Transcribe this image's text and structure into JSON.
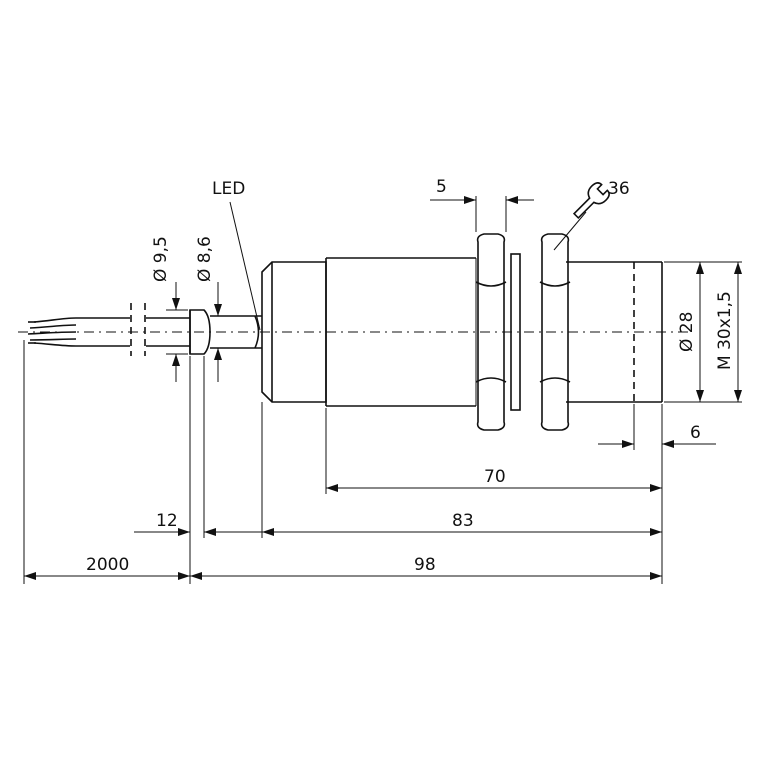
{
  "labels": {
    "led": "LED",
    "nut_width": "5",
    "wrench_size": "36",
    "dia_cable": "Ø 9,5",
    "dia_neck": "Ø 8,6",
    "dia_body": "Ø 28",
    "thread": "M 30x1,5",
    "dim_6": "6",
    "dim_70": "70",
    "dim_83": "83",
    "dim_12": "12",
    "dim_2000": "2000",
    "dim_98": "98"
  },
  "icons": {
    "wrench": "wrench-icon"
  }
}
